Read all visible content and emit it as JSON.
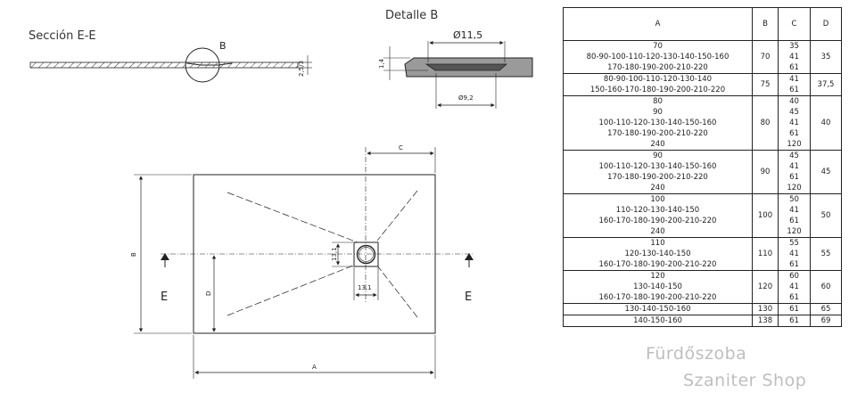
{
  "drawing": {
    "section_title": "Sección E-E",
    "section_marker": "B",
    "section_thickness": "2,5/3",
    "detail_title": "Detalle B",
    "detail_diameter": "Ø11,5",
    "detail_inner_diameter": "Ø9,2",
    "detail_height": "1,4",
    "label_c": "C",
    "label_b": "B",
    "label_d": "D",
    "label_a": "A",
    "label_e_left": "E",
    "label_e_right": "E",
    "drain_height": "13,1",
    "drain_width": "13,1"
  },
  "table": {
    "headers": [
      "A",
      "B",
      "C",
      "D"
    ],
    "rows": [
      {
        "a": [
          "70",
          "80-90-100-110-120-130-140-150-160",
          "170-180-190-200-210-220"
        ],
        "b": "70",
        "c": [
          "35",
          "41",
          "61"
        ],
        "d": "35"
      },
      {
        "a": [
          "80-90-100-110-120-130-140",
          "150-160-170-180-190-200-210-220"
        ],
        "b": "75",
        "c": [
          "41",
          "61"
        ],
        "d": "37,5"
      },
      {
        "a": [
          "80",
          "90",
          "100-110-120-130-140-150-160",
          "170-180-190-200-210-220",
          "240"
        ],
        "b": "80",
        "c": [
          "40",
          "45",
          "41",
          "61",
          "120"
        ],
        "d": "40"
      },
      {
        "a": [
          "90",
          "100-110-120-130-140-150-160",
          "170-180-190-200-210-220",
          "240"
        ],
        "b": "90",
        "c": [
          "45",
          "41",
          "61",
          "120"
        ],
        "d": "45"
      },
      {
        "a": [
          "100",
          "110-120-130-140-150",
          "160-170-180-190-200-210-220",
          "240"
        ],
        "b": "100",
        "c": [
          "50",
          "41",
          "61",
          "120"
        ],
        "d": "50"
      },
      {
        "a": [
          "110",
          "120-130-140-150",
          "160-170-180-190-200-210-220"
        ],
        "b": "110",
        "c": [
          "55",
          "41",
          "61"
        ],
        "d": "55"
      },
      {
        "a": [
          "120",
          "130-140-150",
          "160-170-180-190-200-210-220"
        ],
        "b": "120",
        "c": [
          "60",
          "41",
          "61"
        ],
        "d": "60"
      },
      {
        "a": [
          "130-140-150-160"
        ],
        "b": "130",
        "c": [
          "61"
        ],
        "d": "65"
      },
      {
        "a": [
          "140-150-160"
        ],
        "b": "138",
        "c": [
          "61"
        ],
        "d": "69"
      }
    ]
  },
  "watermark": {
    "line1": "Fürdőszoba",
    "line2": "Szaniter Shop"
  }
}
